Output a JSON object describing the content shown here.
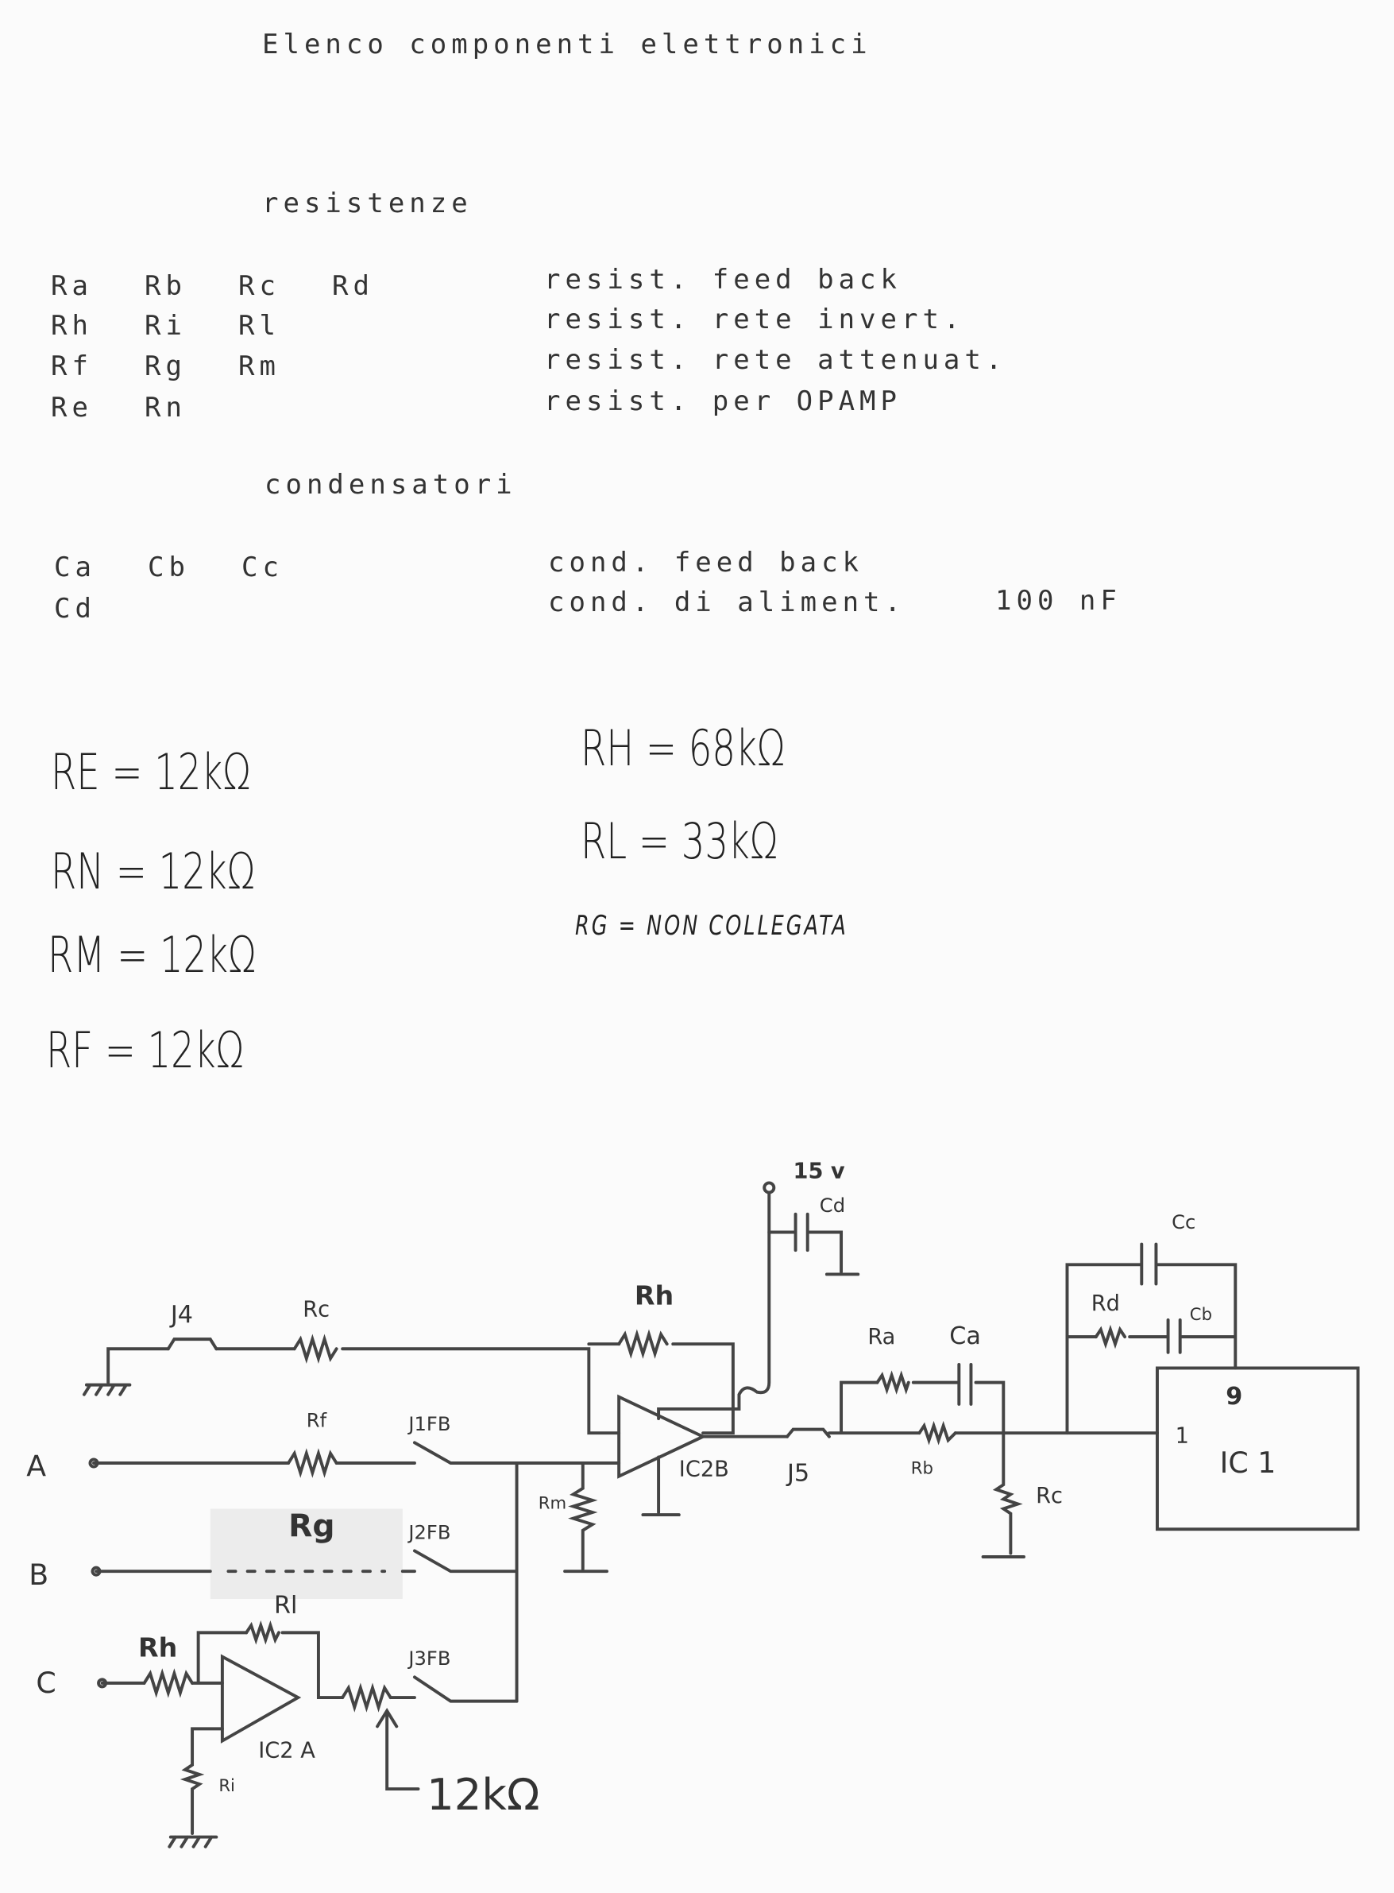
{
  "title": "Elenco componenti elettronici",
  "resistenze": {
    "heading": "resistenze",
    "rows": [
      {
        "names": [
          "Ra",
          "Rb",
          "Rc",
          "Rd"
        ],
        "desc": "resist. feed back"
      },
      {
        "names": [
          "Rh",
          "Ri",
          "Rl"
        ],
        "desc": "resist. rete invert."
      },
      {
        "names": [
          "Rf",
          "Rg",
          "Rm"
        ],
        "desc": "resist. rete attenuat."
      },
      {
        "names": [
          "Re",
          "Rn"
        ],
        "desc": "resist. per OPAMP"
      }
    ]
  },
  "condensatori": {
    "heading": "condensatori",
    "rows": [
      {
        "names": [
          "Ca",
          "Cb",
          "Cc"
        ],
        "desc": "cond. feed back",
        "value": ""
      },
      {
        "names": [
          "Cd"
        ],
        "desc": "cond. di aliment.",
        "value": "100 nF"
      }
    ]
  },
  "handwritten": {
    "left": [
      "RE = 12kΩ",
      "RN = 12kΩ",
      "RM = 12kΩ",
      "RF = 12kΩ"
    ],
    "right": [
      "RH = 68kΩ",
      "RL = 33kΩ",
      "RG = NON COLLEGATA"
    ]
  },
  "schematic": {
    "inputs": [
      "A",
      "B",
      "C"
    ],
    "labels": {
      "j4": "J4",
      "rc_top": "Rc",
      "rh_top": "Rh",
      "rf": "Rf",
      "j1": "J1FB",
      "j2": "J2FB",
      "j3": "J3FB",
      "rg": "Rg",
      "rl": "Rl",
      "rh_c": "Rh",
      "ic2b": "IC2B",
      "j5": "J5",
      "rm": "Rm",
      "ra": "Ra",
      "ca": "Ca",
      "rb": "Rb",
      "rc_right": "Rc",
      "rd": "Rd",
      "cb": "Cb",
      "cc": "Cc",
      "cd": "Cd",
      "v15": "15 v",
      "ic2a": "IC2 A",
      "ri": "Ri",
      "note": "12kΩ",
      "ic1": "IC 1",
      "pin9": "9",
      "pin1": "1"
    }
  }
}
